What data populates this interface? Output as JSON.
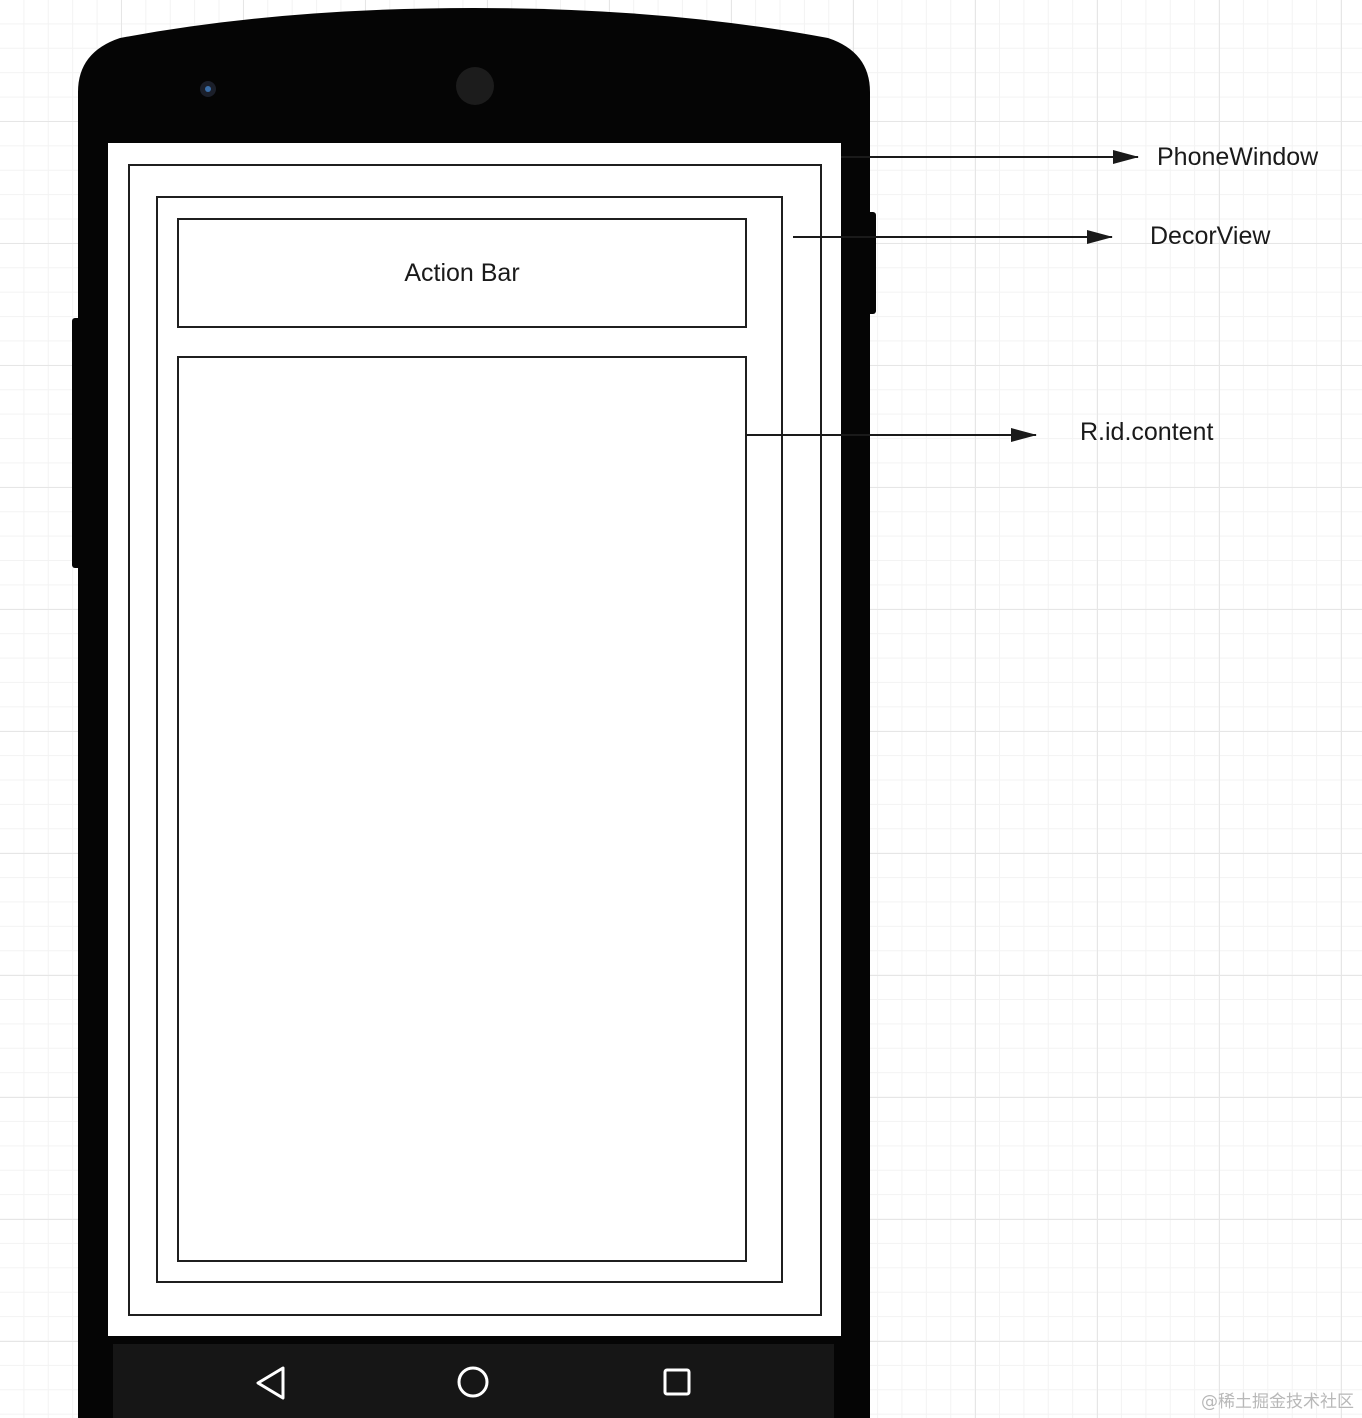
{
  "labels": {
    "phone_window": "PhoneWindow",
    "decor_view": "DecorView",
    "content": "R.id.content",
    "action_bar": "Action Bar"
  },
  "nav_bar": {
    "icons": [
      "back-triangle-icon",
      "home-circle-icon",
      "recents-square-icon"
    ]
  },
  "watermark": "@稀土掘金技术社区",
  "colors": {
    "phone_body": "#050505",
    "nav_bar": "#161616",
    "screen": "#ffffff",
    "stroke": "#1f1f1f",
    "grid": "#e6e6e6"
  }
}
